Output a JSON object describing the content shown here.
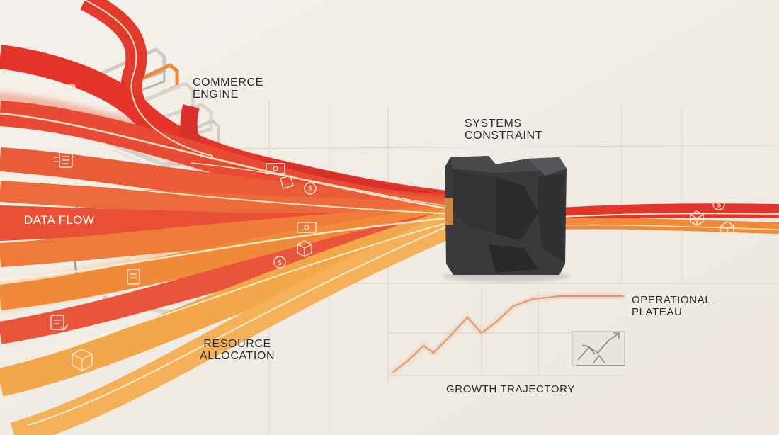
{
  "labels": {
    "commerce_engine": [
      "COMMERCE",
      "ENGINE"
    ],
    "systems_constraint": [
      "SYSTEMS",
      "CONSTRAINT"
    ],
    "data_flow": "DATA FLOW",
    "resource_allocation": [
      "RESOURCE",
      "ALLOCATION"
    ],
    "operational_plateau": [
      "OPERATIONAL",
      "PLATEAU"
    ],
    "growth_trajectory": "GROWTH TRAJECTORY"
  },
  "colors": {
    "background": "#f1ede6",
    "stream_red": "#e5352a",
    "stream_orange": "#f08a3a",
    "stream_amber": "#f2a74a",
    "glow": "#fff3d6",
    "block": "#3a3a3c",
    "grid": "#d6d1c8",
    "trajectory": "#c9a18a"
  },
  "icons": [
    "document-icon",
    "list-icon",
    "banknote-icon",
    "coin-icon",
    "package-icon",
    "receipt-icon",
    "growth-chart-icon"
  ]
}
